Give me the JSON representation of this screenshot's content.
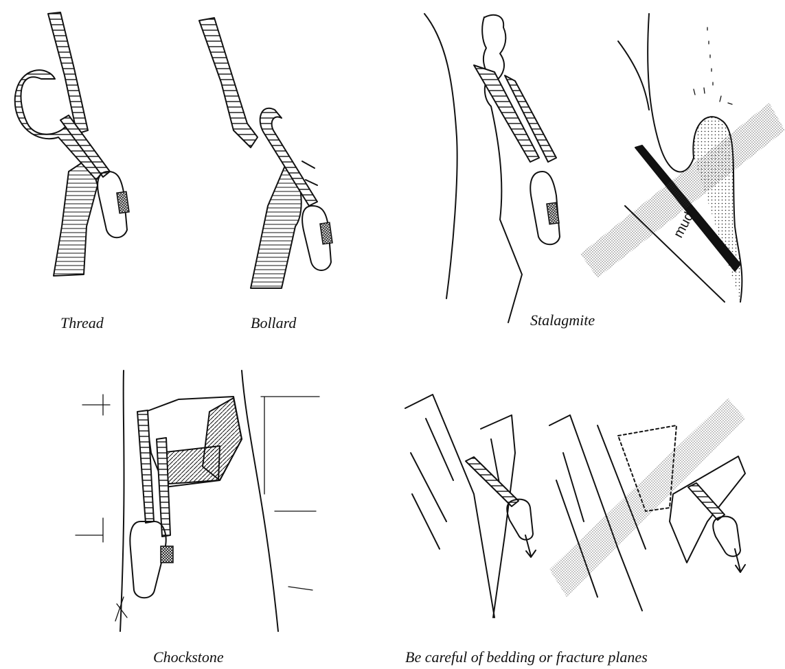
{
  "captions": {
    "thread": "Thread",
    "bollard": "Bollard",
    "stalagmite": "Stalagmite",
    "mud": "mud",
    "chockstone": "Chockstone",
    "bedding": "Be careful of bedding or fracture planes"
  },
  "colors": {
    "ink": "#111111",
    "paper": "#ffffff"
  }
}
